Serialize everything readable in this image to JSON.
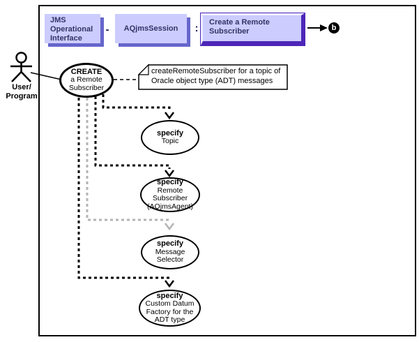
{
  "header": {
    "interface_box_lines": [
      "JMS",
      "Operational",
      "Interface"
    ],
    "dash_separator": "-",
    "session_box_label": "AQjmsSession",
    "colon_separator": ":",
    "operation_box_lines": [
      "Create a",
      "Remote Subscriber"
    ],
    "continuation_marker": "b"
  },
  "actor": {
    "label_lines": [
      "User/",
      "Program"
    ]
  },
  "main_use_case": {
    "title": "CREATE",
    "lines": [
      "a Remote",
      "Subscriber"
    ]
  },
  "note": {
    "lines": [
      "createRemoteSubscriber for a topic of",
      "Oracle object type (ADT) messages"
    ]
  },
  "steps": [
    {
      "title": "specify",
      "lines": [
        "Topic"
      ]
    },
    {
      "title": "specify",
      "lines": [
        "Remote",
        "Subscriber",
        "(AQjmsAgent)"
      ]
    },
    {
      "title": "specify",
      "lines": [
        "Message",
        "Selector"
      ]
    },
    {
      "title": "specify",
      "lines": [
        "Custom Datum",
        "Factory for the",
        "ADT type"
      ]
    }
  ],
  "colors": {
    "box_fill": "#ccccff",
    "box_shadow": "#6666cc",
    "box_text": "#333366",
    "bevel_accent": "#4d26b8",
    "optional_connector_gray": "#b3b3b3"
  }
}
